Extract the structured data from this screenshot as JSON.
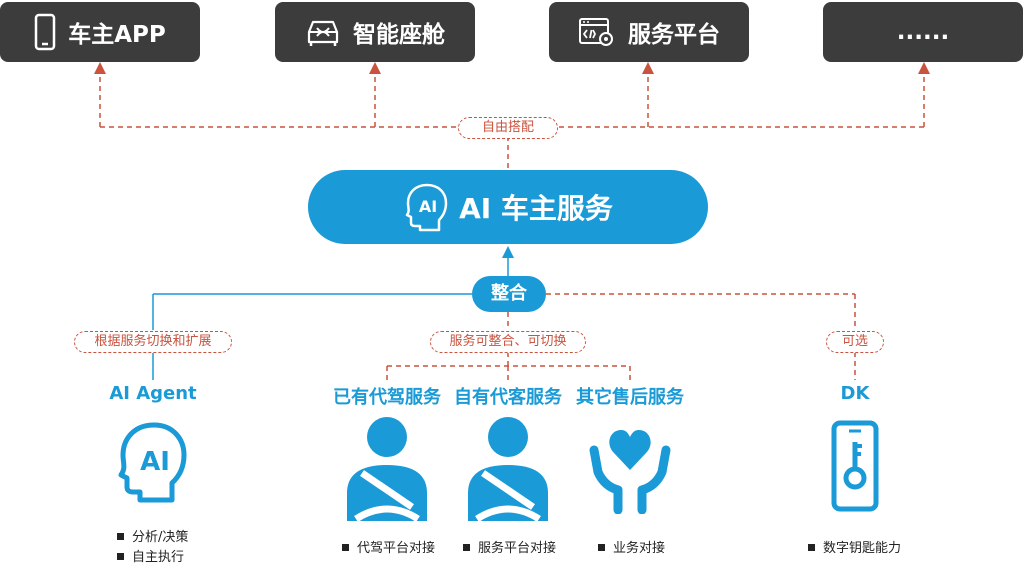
{
  "colors": {
    "dark": "#3c3c3c",
    "blue": "#1a9ad6",
    "red": "#c9533e"
  },
  "top_boxes": [
    {
      "label": "车主APP",
      "icon": "phone-icon"
    },
    {
      "label": "智能座舱",
      "icon": "car-front-icon"
    },
    {
      "label": "服务平台",
      "icon": "code-window-icon"
    },
    {
      "label": "......",
      "icon": ""
    }
  ],
  "connectors": {
    "top_label": "自由搭配",
    "integrate_label": "整合",
    "left_label": "根据服务切换和扩展",
    "middle_label": "服务可整合、可切换",
    "right_label": "可选"
  },
  "center": {
    "ai_icon_text": "AI",
    "title": "AI 车主服务"
  },
  "columns": {
    "ai_agent": {
      "title": "AI Agent",
      "icon_text": "AI",
      "bullets": [
        "分析/决策",
        "自主执行"
      ]
    },
    "driving_service": {
      "title": "已有代驾服务",
      "bullets": [
        "代驾平台对接"
      ]
    },
    "own_driving": {
      "title": "自有代客服务",
      "bullets": [
        "服务平台对接"
      ]
    },
    "aftersales": {
      "title": "其它售后服务",
      "bullets": [
        "业务对接"
      ]
    },
    "dk": {
      "title": "DK",
      "bullets": [
        "数字钥匙能力"
      ]
    }
  }
}
